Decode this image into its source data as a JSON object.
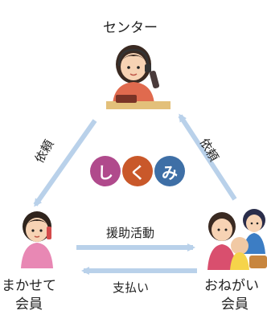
{
  "nodes": {
    "center": "センター",
    "entrust_line1": "まかせて",
    "entrust_line2": "会員",
    "request_line1": "おねがい",
    "request_line2": "会員"
  },
  "edges": {
    "left_diag": "依頼",
    "right_diag": "依頼",
    "top_horizontal": "援助活動",
    "bottom_horizontal": "支払い"
  },
  "logo": {
    "chars": [
      "し",
      "く",
      "み"
    ],
    "colors": [
      "#b04a8c",
      "#c9582a",
      "#3e6fa6"
    ]
  },
  "colors": {
    "arrow": "#b9d1ea"
  }
}
